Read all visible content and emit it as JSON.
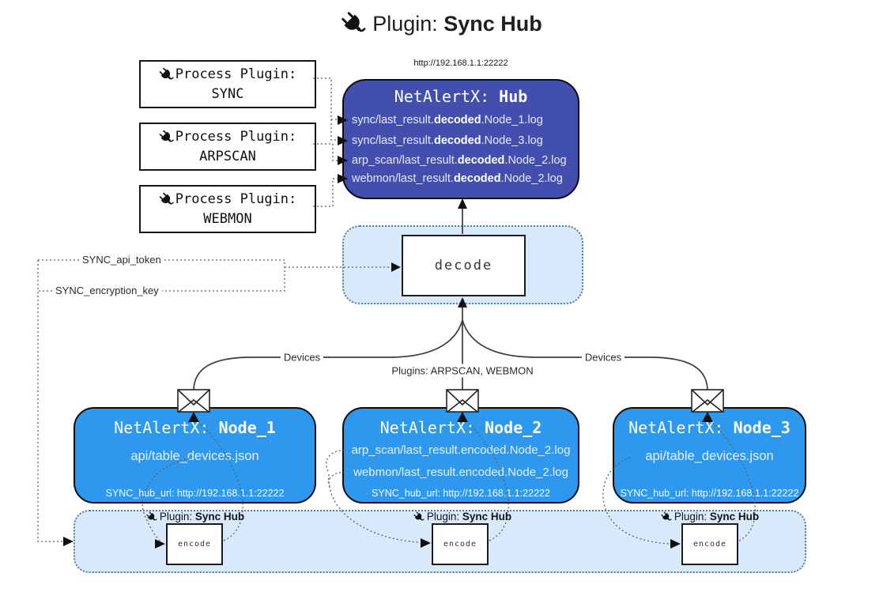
{
  "title": {
    "prefix": "Plugin: ",
    "name": "Sync Hub"
  },
  "process_plugins": [
    {
      "label": "Process Plugin:",
      "name": "SYNC"
    },
    {
      "label": "Process Plugin:",
      "name": "ARPSCAN"
    },
    {
      "label": "Process Plugin:",
      "name": "WEBMON"
    }
  ],
  "hub": {
    "url": "http://192.168.1.1:22222",
    "title_prefix": "NetAlertX: ",
    "title_name": "Hub",
    "rows": [
      {
        "pre": "sync/last_result.",
        "mid": "decoded",
        "post": ".Node_1.log"
      },
      {
        "pre": "sync/last_result.",
        "mid": "decoded",
        "post": ".Node_3.log"
      },
      {
        "pre": "arp_scan/last_result.",
        "mid": "decoded",
        "post": ".Node_2.log"
      },
      {
        "pre": "webmon/last_result.",
        "mid": "decoded",
        "post": ".Node_2.log"
      }
    ]
  },
  "decode": {
    "label": "decode"
  },
  "settings": {
    "api_token": "SYNC_api_token",
    "encryption_key": "SYNC_encryption_key"
  },
  "edges": {
    "devices_left": "Devices",
    "plugins_mid": "Plugins: ARPSCAN, WEBMON",
    "devices_right": "Devices"
  },
  "nodes": [
    {
      "title_prefix": "NetAlertX: ",
      "title_name": "Node_1",
      "files": [
        "api/table_devices.json"
      ],
      "hub_url": "SYNC_hub_url: http://192.168.1.1:22222"
    },
    {
      "title_prefix": "NetAlertX: ",
      "title_name": "Node_2",
      "files": [
        "arp_scan/last_result.encoded.Node_2.log",
        "webmon/last_result.encoded.Node_2.log"
      ],
      "hub_url": "SYNC_hub_url: http://192.168.1.1:22222"
    },
    {
      "title_prefix": "NetAlertX: ",
      "title_name": "Node_3",
      "files": [
        "api/table_devices.json"
      ],
      "hub_url": "SYNC_hub_url: http://192.168.1.1:22222"
    }
  ],
  "encoders": [
    {
      "label_prefix": "Plugin: ",
      "label_name": "Sync Hub",
      "box": "encode"
    },
    {
      "label_prefix": "Plugin: ",
      "label_name": "Sync Hub",
      "box": "encode"
    },
    {
      "label_prefix": "Plugin: ",
      "label_name": "Sync Hub",
      "box": "encode"
    }
  ],
  "colors": {
    "hub_fill": "#424FAF",
    "node_fill": "#2E97EE",
    "panel_fill": "#D8E9FB",
    "panel_border": "#5a7b9c",
    "line": "#3b3b3b"
  }
}
